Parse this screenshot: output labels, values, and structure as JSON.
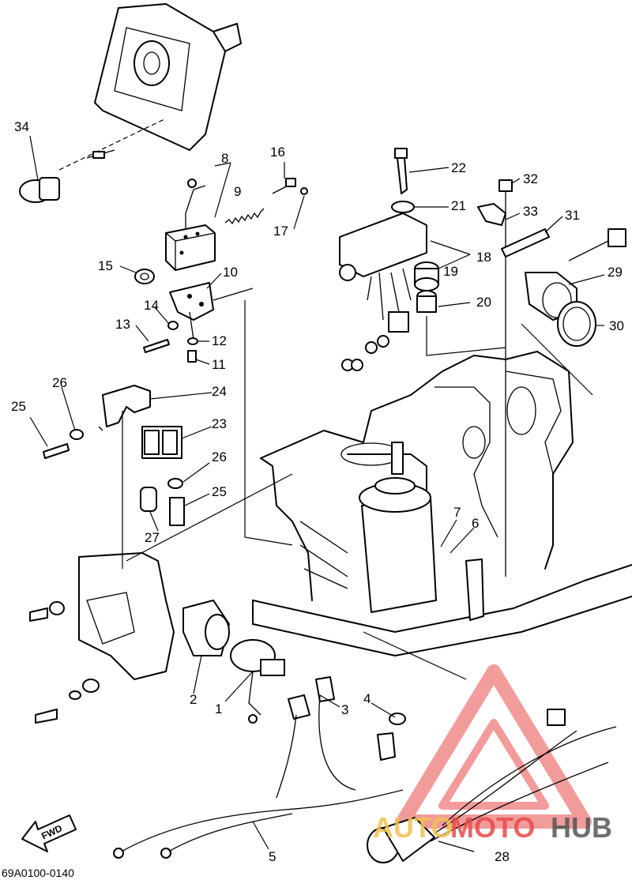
{
  "diagram": {
    "code": "69A0100-0140",
    "fwd_label": "FWD",
    "part_numbers": [
      "34",
      "8",
      "9",
      "16",
      "17",
      "22",
      "21",
      "32",
      "33",
      "31",
      "29",
      "30",
      "18",
      "19",
      "20",
      "15",
      "10",
      "14",
      "13",
      "12",
      "11",
      "26",
      "25",
      "24",
      "23",
      "26",
      "25",
      "27",
      "7",
      "6",
      "2",
      "1",
      "3",
      "4",
      "5",
      "28"
    ]
  },
  "watermark": {
    "brand_left": "AUTO",
    "brand_mid": "MOTO",
    "brand_right": "HUB",
    "colors": {
      "auto": "#f2c14e",
      "moto": "#e84a4a",
      "hub": "#555555",
      "triangle": "#e84a4a"
    }
  }
}
